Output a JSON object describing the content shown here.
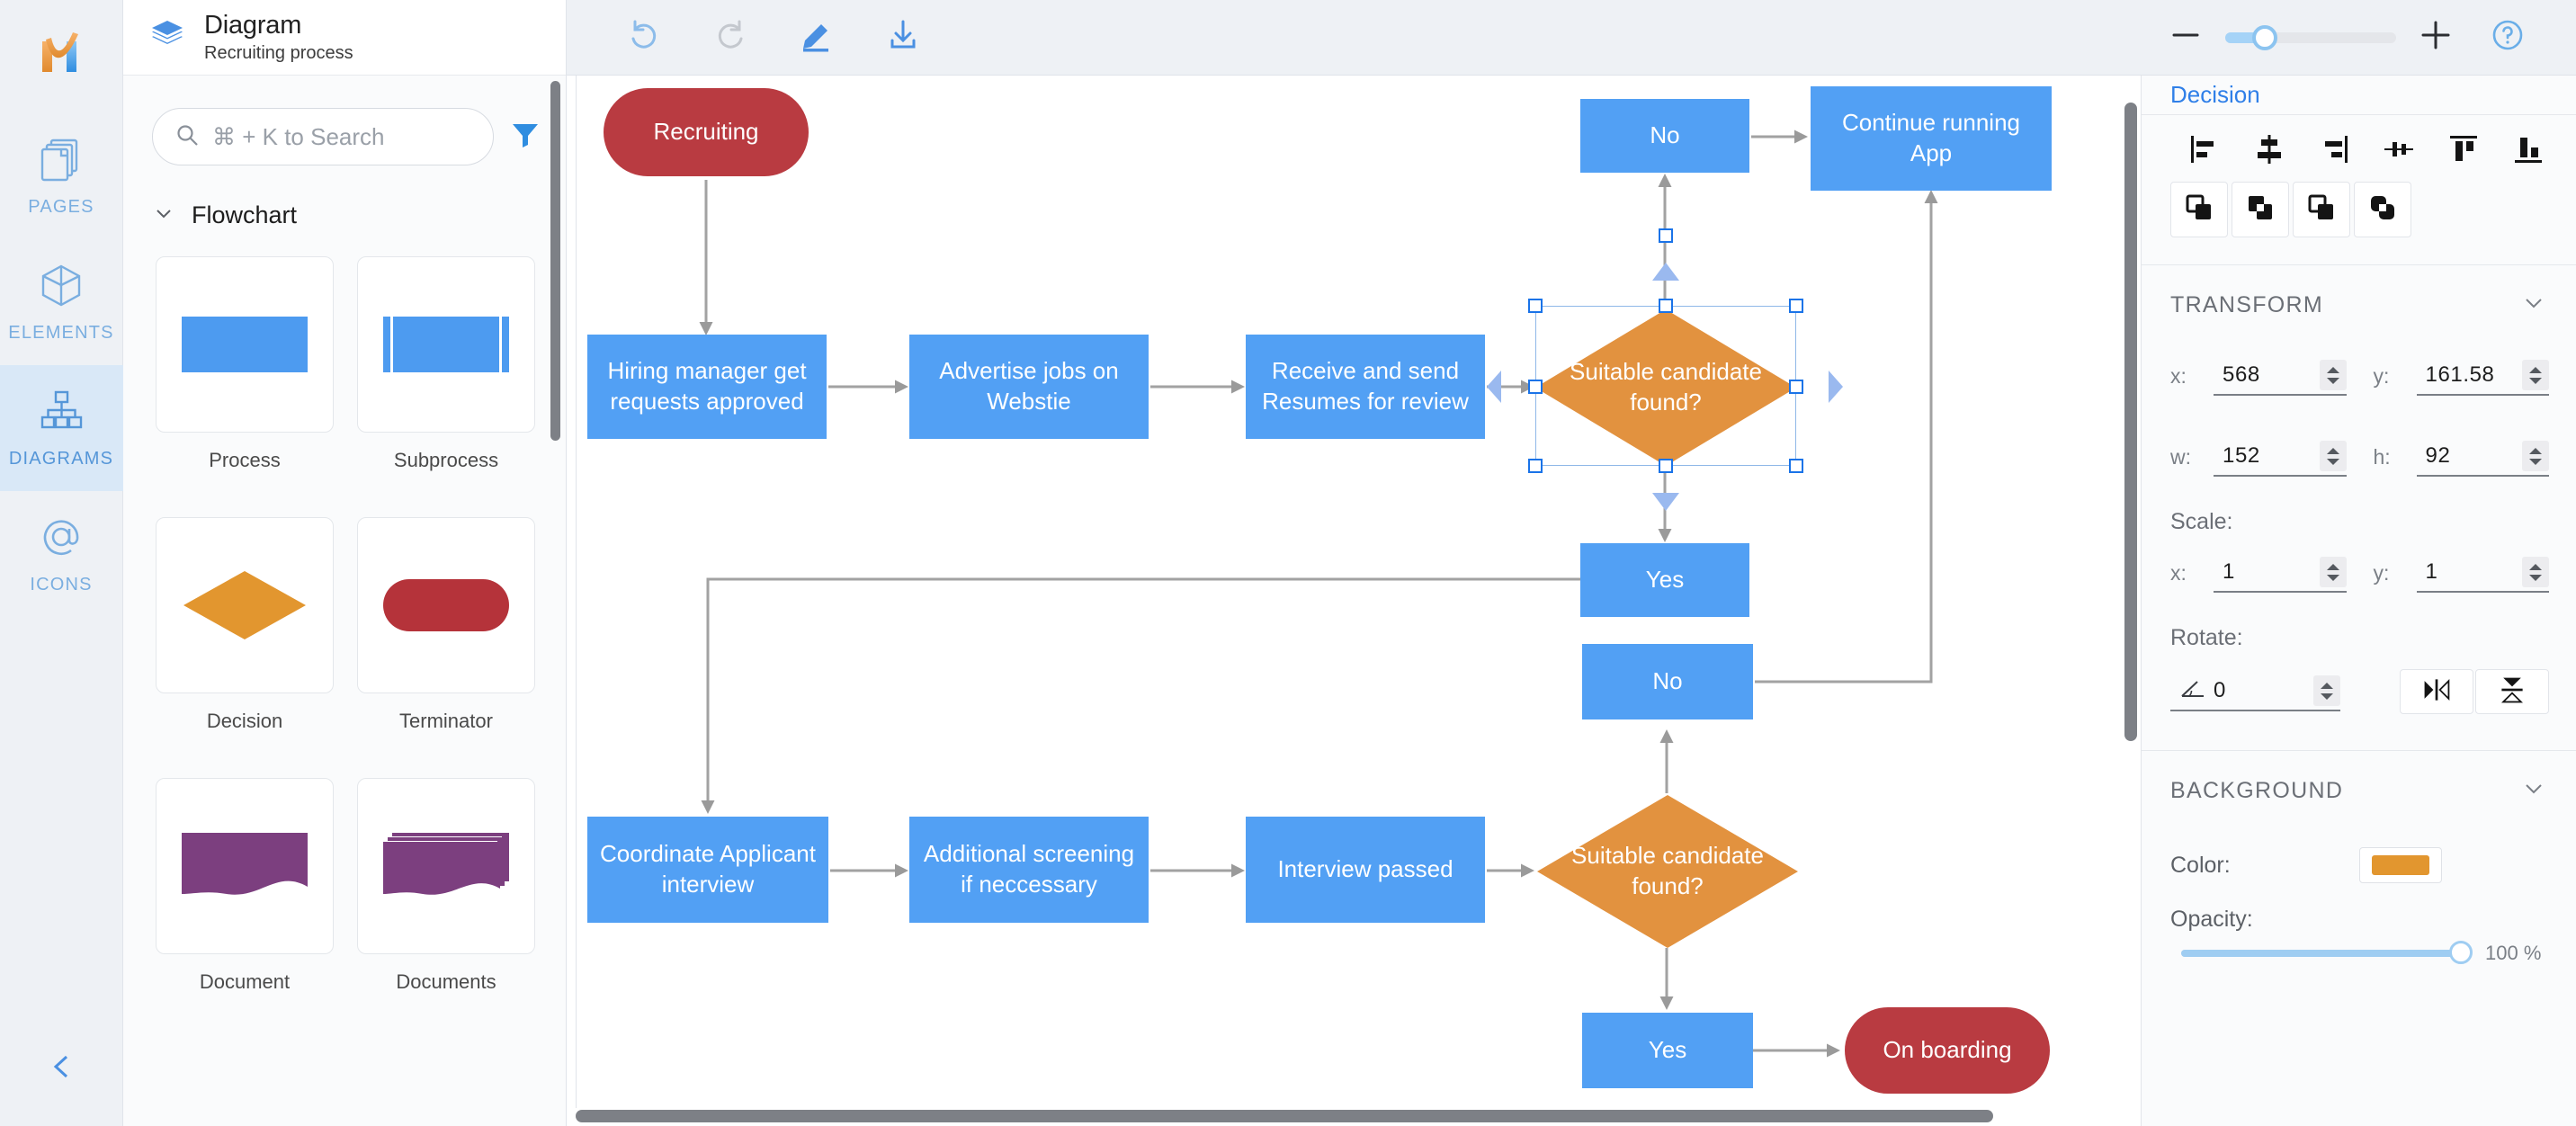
{
  "app": {
    "logo_icon": "moqups-m-logo"
  },
  "rail": {
    "items": [
      {
        "label": "PAGES",
        "icon": "pages-icon",
        "active": false
      },
      {
        "label": "ELEMENTS",
        "icon": "cube-icon",
        "active": false
      },
      {
        "label": "DIAGRAMS",
        "icon": "hierarchy-icon",
        "active": true
      },
      {
        "label": "ICONS",
        "icon": "at-sign-icon",
        "active": false
      }
    ],
    "collapse_icon": "chevron-left-icon"
  },
  "panel": {
    "header": {
      "icon": "layers-icon",
      "title": "Diagram",
      "subtitle": "Recruiting process"
    },
    "search": {
      "icon": "search-icon",
      "placeholder": "⌘ + K to Search",
      "value": "",
      "filter_icon": "filter-icon"
    },
    "group": {
      "chevron_icon": "chevron-down-icon",
      "name": "Flowchart"
    },
    "shapes": [
      {
        "name": "Process",
        "kind": "process",
        "color": "#4d9bf0"
      },
      {
        "name": "Subprocess",
        "kind": "subprocess",
        "color": "#4d9bf0"
      },
      {
        "name": "Decision",
        "kind": "decision",
        "color": "#e2962f"
      },
      {
        "name": "Terminator",
        "kind": "terminator",
        "color": "#b5333a"
      },
      {
        "name": "Document",
        "kind": "document",
        "color": "#7c3f7f"
      },
      {
        "name": "Documents",
        "kind": "documents",
        "color": "#7c3f7f"
      }
    ]
  },
  "toolbar": {
    "undo": {
      "icon": "undo-icon",
      "enabled": true
    },
    "redo": {
      "icon": "redo-icon",
      "enabled": false
    },
    "edit": {
      "icon": "pencil-icon",
      "enabled": true
    },
    "export": {
      "icon": "download-icon",
      "enabled": true
    },
    "zoom_out_icon": "minus-icon",
    "zoom_in_icon": "plus-icon",
    "help_icon": "question-circle-icon",
    "zoom_percent": 20
  },
  "inspector": {
    "selection_title": "Decision",
    "align_buttons": [
      "align-left-icon",
      "align-center-horizontal-icon",
      "align-right-icon",
      "distribute-horizontal-icon",
      "align-top-icon",
      "align-bottom-icon"
    ],
    "boolean_buttons": [
      "unite-icon",
      "subtract-icon",
      "intersect-icon",
      "exclude-icon"
    ],
    "transform": {
      "title": "TRANSFORM",
      "collapse_icon": "chevron-down-icon",
      "x_label": "x:",
      "x_value": "568",
      "y_label": "y:",
      "y_value": "161.58",
      "w_label": "w:",
      "w_value": "152",
      "h_label": "h:",
      "h_value": "92",
      "scale_label": "Scale:",
      "scale_x_label": "x:",
      "scale_x_value": "1",
      "scale_y_label": "y:",
      "scale_y_value": "1",
      "rotate_label": "Rotate:",
      "rotate_icon": "angle-icon",
      "rotate_value": "0",
      "flip_horizontal_icon": "flip-horizontal-icon",
      "flip_vertical_icon": "flip-vertical-icon"
    },
    "background": {
      "title": "BACKGROUND",
      "collapse_icon": "chevron-down-icon",
      "color_label": "Color:",
      "color_value": "#e2962f",
      "opacity_label": "Opacity:",
      "opacity_value": "100 %"
    }
  },
  "diagram": {
    "title": "Recruiting process",
    "palette": {
      "process": "#4d9bf0",
      "decision": "#e2962f",
      "terminator": "#b5333a",
      "connector": "#9a9a9a"
    },
    "nodes": [
      {
        "id": "n1",
        "label": "Recruiting",
        "type": "terminator"
      },
      {
        "id": "n2",
        "label": "Hiring manager get requests approved",
        "type": "process"
      },
      {
        "id": "n3",
        "label": "Advertise jobs on Webstie",
        "type": "process"
      },
      {
        "id": "n4",
        "label": "Receive and send Resumes for review",
        "type": "process"
      },
      {
        "id": "n5",
        "label": "Suitable candidate found?",
        "type": "decision",
        "selected": true
      },
      {
        "id": "n6",
        "label": "No",
        "type": "process"
      },
      {
        "id": "n7",
        "label": "Continue running App",
        "type": "process"
      },
      {
        "id": "n8",
        "label": "Yes",
        "type": "process"
      },
      {
        "id": "n9",
        "label": "Coordinate Applicant interview",
        "type": "process"
      },
      {
        "id": "n10",
        "label": "Additional screening if neccessary",
        "type": "process"
      },
      {
        "id": "n11",
        "label": "Interview passed",
        "type": "process"
      },
      {
        "id": "n12",
        "label": "Suitable candidate found?",
        "type": "decision"
      },
      {
        "id": "n13",
        "label": "No",
        "type": "process"
      },
      {
        "id": "n14",
        "label": "Yes",
        "type": "process"
      },
      {
        "id": "n15",
        "label": "On boarding",
        "type": "terminator"
      }
    ],
    "labels": {
      "recruiting": "Recruiting",
      "hiring_manager": "Hiring manager get requests approved",
      "advertise": "Advertise jobs on Webstie",
      "receive_resumes": "Receive and send Resumes for review",
      "decision_top": "Suitable candidate found?",
      "no_top": "No",
      "continue_app": "Continue running App",
      "yes_top": "Yes",
      "coordinate": "Coordinate Applicant interview",
      "screening": "Additional screening if neccessary",
      "interview_passed": "Interview passed",
      "decision_bottom": "Suitable candidate found?",
      "no_bottom": "No",
      "yes_bottom": "Yes",
      "onboarding": "On boarding"
    }
  }
}
